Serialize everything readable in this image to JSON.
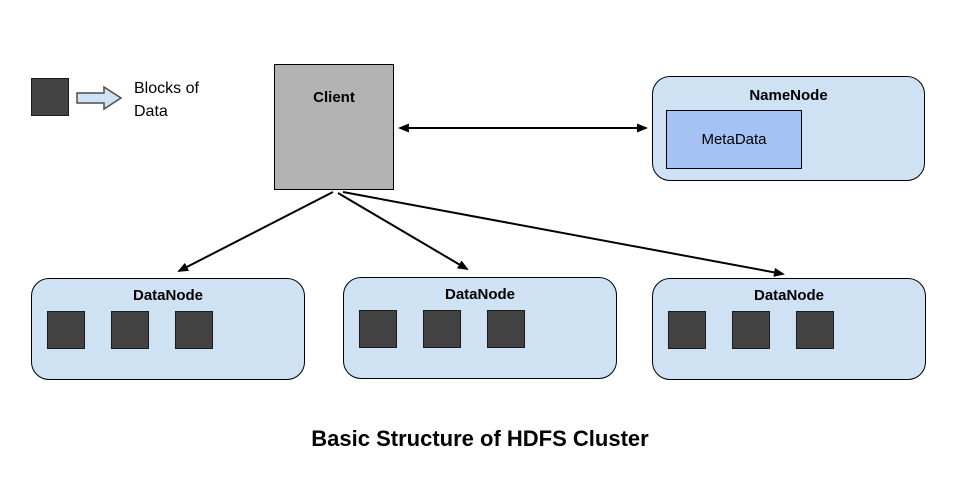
{
  "title": "Basic Structure of HDFS Cluster",
  "legend": {
    "icon": "data-block-square",
    "label_lines": [
      "Blocks of",
      "Data"
    ]
  },
  "client": {
    "label": "Client"
  },
  "namenode": {
    "label": "NameNode",
    "metadata_label": "MetaData"
  },
  "datanodes": [
    {
      "label": "DataNode",
      "block_count": 3
    },
    {
      "label": "DataNode",
      "block_count": 3
    },
    {
      "label": "DataNode",
      "block_count": 3
    }
  ],
  "connections": [
    {
      "from": "Client",
      "to": "NameNode",
      "type": "bidirectional"
    },
    {
      "from": "Client",
      "to": "DataNode-1",
      "type": "directed"
    },
    {
      "from": "Client",
      "to": "DataNode-2",
      "type": "directed"
    },
    {
      "from": "Client",
      "to": "DataNode-3",
      "type": "directed"
    }
  ],
  "colors": {
    "node_fill": "#cfe2f3",
    "metadata_fill": "#a4c2f4",
    "client_fill": "#b3b3b3",
    "block_fill": "#434343",
    "stroke": "#000000"
  }
}
